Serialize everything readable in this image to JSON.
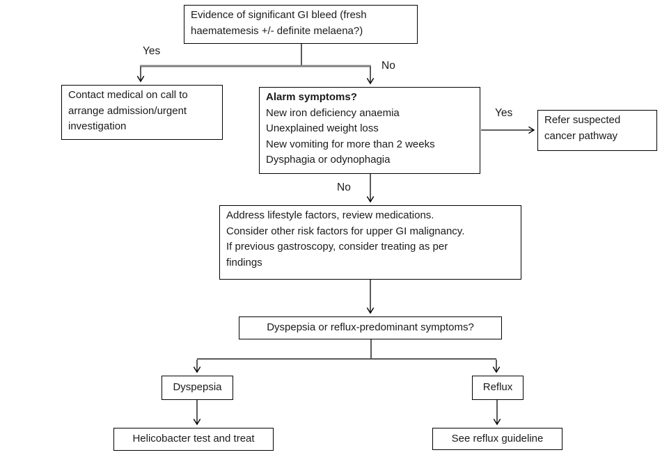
{
  "diagram": {
    "title": "Dyspepsia / GI bleed assessment flowchart",
    "colors": {
      "background": "#ffffff",
      "box_border": "#000000",
      "text": "#1a1a1a",
      "connector": "#000000",
      "branch_line_top": "#7f7f7f",
      "branch_line_bottom": "#595959"
    },
    "nodes": {
      "gi_bleed": {
        "text": "Evidence of significant GI bleed (fresh\nhaematemesis +/- definite melaena?)"
      },
      "contact_medical": {
        "text": "Contact medical on call to\narrange admission/urgent\ninvestigation"
      },
      "alarm": {
        "title": "Alarm symptoms?",
        "items": [
          "New iron deficiency anaemia",
          "Unexplained weight loss",
          "New vomiting for more than 2 weeks",
          "Dysphagia or odynophagia"
        ]
      },
      "refer_cancer": {
        "text": "Refer suspected\ncancer pathway"
      },
      "address_lifestyle": {
        "text": "Address lifestyle factors, review medications.\nConsider other risk factors for upper GI malignancy.\nIf previous gastroscopy, consider treating as per\nfindings"
      },
      "question": {
        "text": "Dyspepsia or reflux-predominant symptoms?"
      },
      "dyspepsia": {
        "text": "Dyspepsia"
      },
      "reflux": {
        "text": "Reflux"
      },
      "helicobacter": {
        "text": "Helicobacter test and treat"
      },
      "see_reflux": {
        "text": "See reflux guideline"
      }
    },
    "edge_labels": {
      "yes_left": "Yes",
      "no_right": "No",
      "yes_cancer": "Yes",
      "no_down": "No"
    }
  }
}
